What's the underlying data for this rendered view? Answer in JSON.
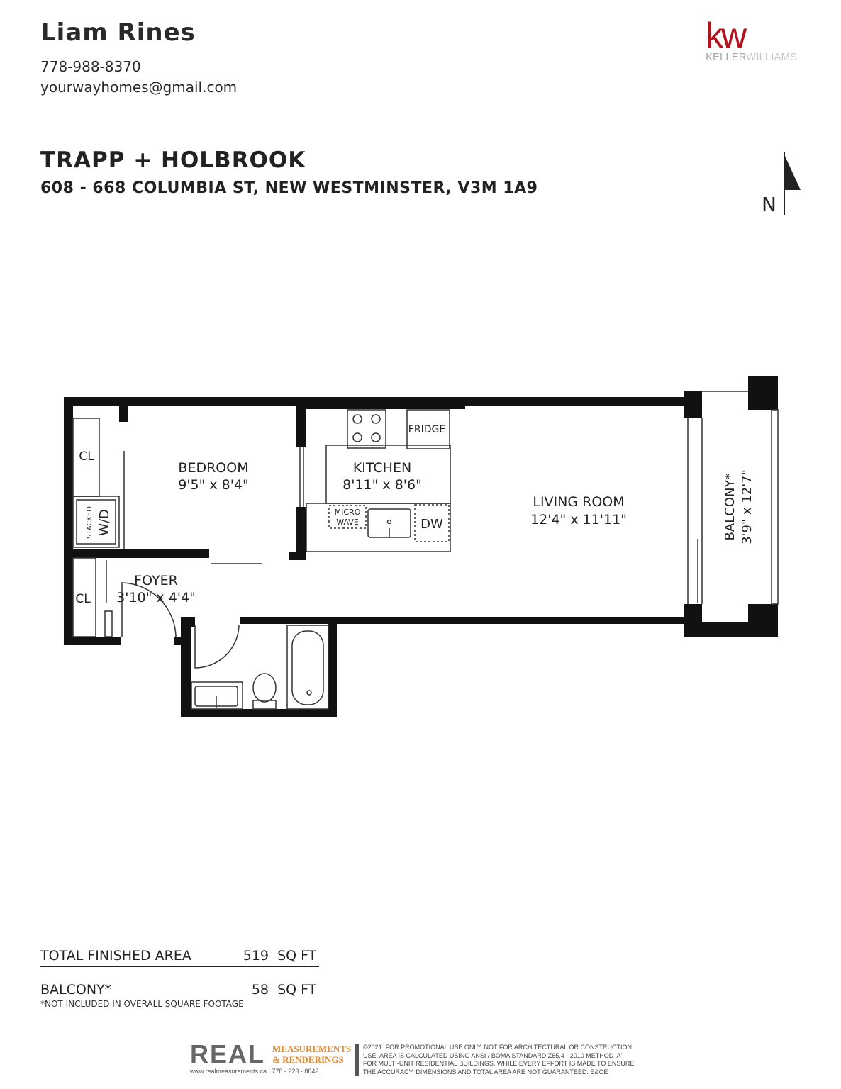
{
  "agent": {
    "name": "Liam Rines",
    "phone": "778-988-8370",
    "email": "yourwayhomes@gmail.com"
  },
  "brand": {
    "logo_mark": "kw",
    "logo_name_bold": "KELLER",
    "logo_name_light": "WILLIAMS.",
    "accent": "#b5121b"
  },
  "property": {
    "building": "TRAPP + HOLBROOK",
    "address": "608 - 668 COLUMBIA ST, NEW WESTMINSTER, V3M 1A9"
  },
  "compass": {
    "label": "N"
  },
  "rooms": {
    "bedroom": {
      "name": "BEDROOM",
      "dims": "9'5\" x 8'4\""
    },
    "kitchen": {
      "name": "KITCHEN",
      "dims": "8'11\" x 8'6\""
    },
    "living": {
      "name": "LIVING ROOM",
      "dims": "12'4\" x 11'11\""
    },
    "foyer": {
      "name": "FOYER",
      "dims": "3'10\" x 4'4\""
    },
    "balcony": {
      "name": "BALCONY*",
      "dims": "3'9\" x 12'7\""
    }
  },
  "fixtures": {
    "closet1": "CL",
    "closet2": "CL",
    "stacked": "STACKED",
    "wd": "W/D",
    "fridge": "FRIDGE",
    "micro1": "MICRO",
    "micro2": "WAVE",
    "dw": "DW"
  },
  "areas": {
    "total_label": "TOTAL FINISHED AREA",
    "total_value": "519",
    "total_unit": "SQ FT",
    "balcony_label": "BALCONY*",
    "balcony_value": "58",
    "balcony_unit": "SQ FT",
    "note": "*NOT INCLUDED IN OVERALL SQUARE FOOTAGE"
  },
  "footer": {
    "logo": "REAL",
    "line1": "MEASUREMENTS",
    "line2": "& RENDERINGS",
    "contact": "www.realmeasurements.ca | 778 - 223 - 8842",
    "disclaimer": [
      "©2021. FOR PROMOTIONAL USE ONLY. NOT FOR ARCHITECTURAL OR CONSTRUCTION",
      "USE. AREA IS CALCULATED USING ANSI / BOMA STANDARD Z65.4 - 2010 METHOD 'A'",
      "FOR MULTI-UNIT RESIDENTIAL BUILDINGS. WHILE EVERY EFFORT IS MADE TO ENSURE",
      "THE ACCURACY, DIMENSIONS AND TOTAL AREA ARE NOT GUARANTEED. E&OE"
    ]
  }
}
